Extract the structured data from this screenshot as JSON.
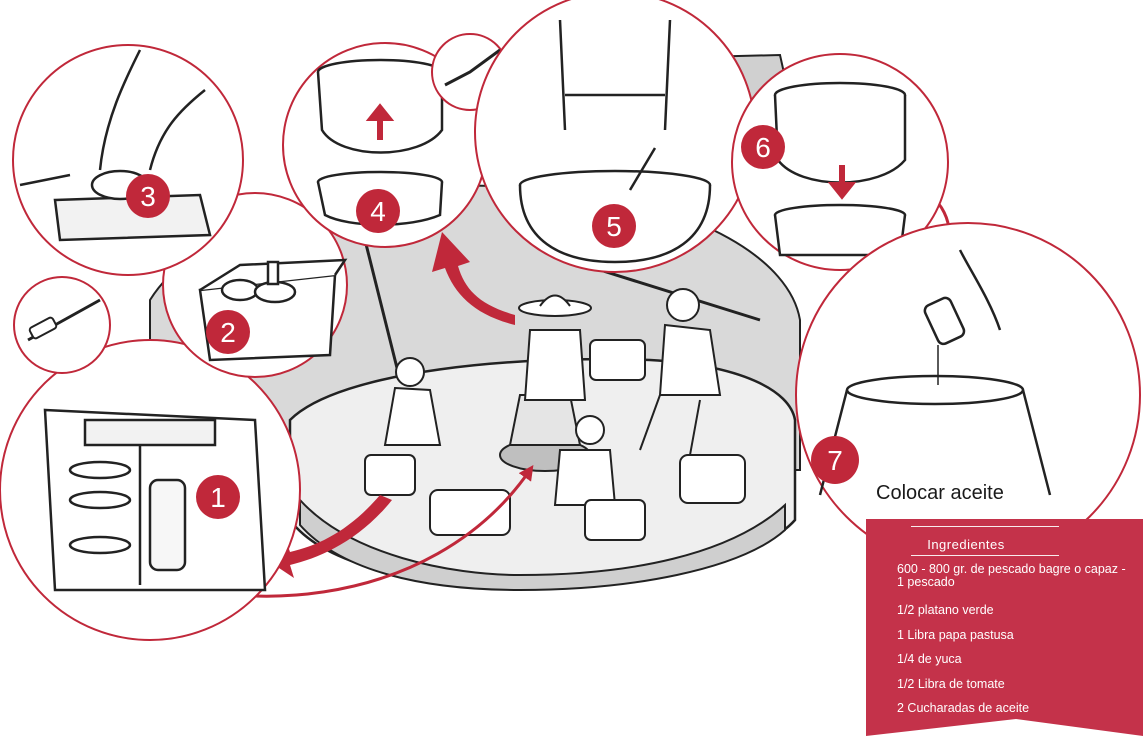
{
  "steps": [
    {
      "number": "1"
    },
    {
      "number": "2"
    },
    {
      "number": "3"
    },
    {
      "number": "4"
    },
    {
      "number": "5"
    },
    {
      "number": "6"
    },
    {
      "number": "7"
    }
  ],
  "caption": "Colocar aceite",
  "ingredients": {
    "title": "Ingredientes",
    "items": [
      "600 - 800 gr. de pescado bagre o capaz - 1 pescado",
      "1/2  platano verde",
      "1 Libra papa pastusa",
      "1/4 de yuca",
      "1/2 Libra de tomate",
      "2 Cucharadas de aceite"
    ]
  },
  "colors": {
    "accent": "#c0283a",
    "panel": "#c4324a",
    "line": "#222222",
    "shade": "#d9d9d9"
  }
}
